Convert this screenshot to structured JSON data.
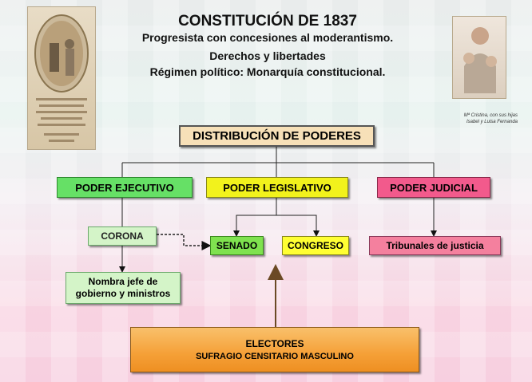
{
  "title": "CONSTITUCIÓN DE 1837",
  "subtitle_lines": [
    "Progresista con concesiones al moderantismo.",
    "Derechos y libertades",
    "Régimen político: Monarquía constitucional."
  ],
  "portrait_caption": [
    "Mª Cristina, con sus hijas",
    "Isabel y Luisa Fernanda"
  ],
  "nodes": {
    "distribucion": "DISTRIBUCIÓN DE PODERES",
    "ejecutivo": "PODER EJECUTIVO",
    "legislativo": "PODER LEGISLATIVO",
    "judicial": "PODER JUDICIAL",
    "corona": "CORONA",
    "senado": "SENADO",
    "congreso": "CONGRESO",
    "tribunales": "Tribunales de justicia",
    "nombra": [
      "Nombra jefe de",
      "gobierno y ministros"
    ],
    "electores": "ELECTORES",
    "sufragio": "SUFRAGIO CENSITARIO MASCULINO"
  },
  "colors": {
    "ejecutivo": "#66e066",
    "legislativo": "#f2f21c",
    "judicial": "#f25a8c",
    "small_green": "#d4f4c8",
    "senado": "#7fe24f",
    "congreso": "#ffff33",
    "tribunales": "#f4809e",
    "electores": "#f5a037",
    "distribucion": "#f7e0b8"
  }
}
